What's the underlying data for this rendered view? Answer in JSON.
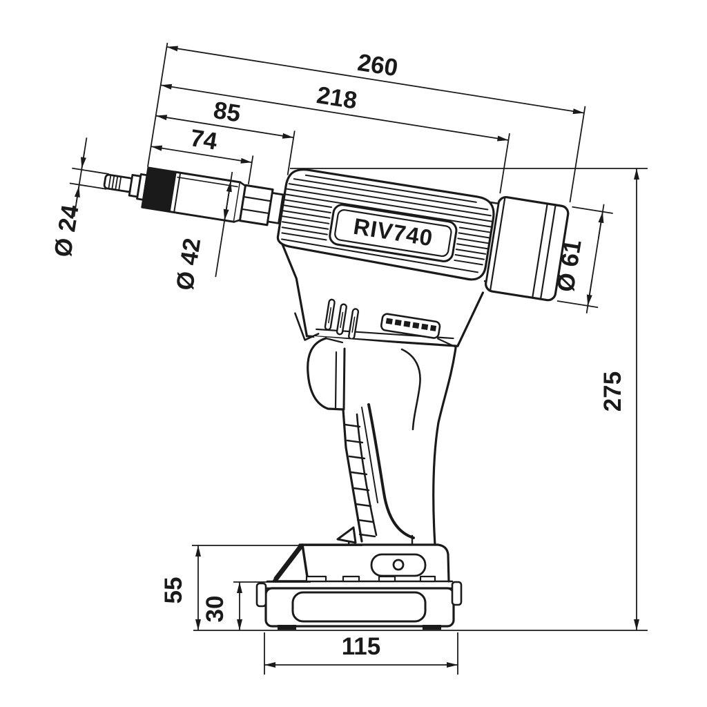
{
  "drawing": {
    "title": "Cordless rivet tool side-view dimensional drawing",
    "model_label": "RIV740",
    "line_color": "#1a1a1a",
    "background_color": "#ffffff",
    "dimensions": {
      "overall_length": "260",
      "housing_length": "218",
      "nose_length_outer": "85",
      "nose_length_inner": "74",
      "nose_diameter": "Ø 24",
      "front_cylinder_diameter": "Ø 42",
      "rear_cylinder_diameter": "Ø 61",
      "overall_height": "275",
      "battery_height": "55",
      "battery_lower_height": "30",
      "battery_length": "115"
    }
  }
}
